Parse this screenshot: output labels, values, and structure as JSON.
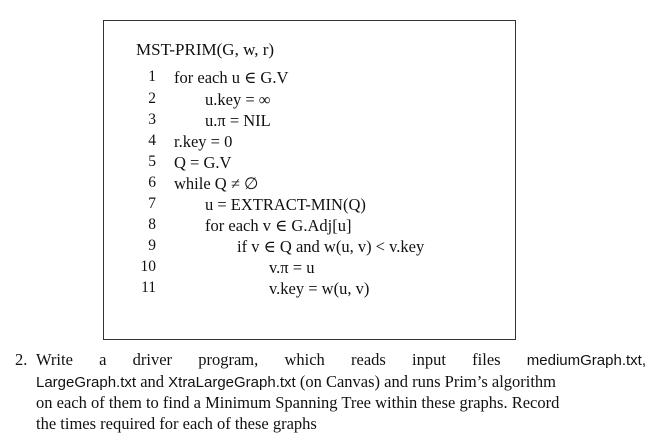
{
  "algorithm": {
    "title": "MST-PRIM(G, w, r)",
    "lines": [
      {
        "num": "1",
        "code": "for each u ∈ G.V"
      },
      {
        "num": "2",
        "code": "u.key = ∞"
      },
      {
        "num": "3",
        "code": "u.π = NIL"
      },
      {
        "num": "4",
        "code": "r.key = 0"
      },
      {
        "num": "5",
        "code": "Q = G.V"
      },
      {
        "num": "6",
        "code": "while Q ≠ ∅"
      },
      {
        "num": "7",
        "code": "u = EXTRACT-MIN(Q)"
      },
      {
        "num": "8",
        "code": "for each v ∈ G.Adj[u]"
      },
      {
        "num": "9",
        "code": "if v ∈ Q and w(u, v) < v.key"
      },
      {
        "num": "10",
        "code": "v.π = u"
      },
      {
        "num": "11",
        "code": "v.key = w(u, v)"
      }
    ]
  },
  "question": {
    "number": "2.",
    "rows": [
      {
        "pre": "Write a driver program, which reads input files ",
        "file1": "mediumGraph.txt,"
      },
      {
        "file2": "LargeGraph.txt",
        "mid": " and ",
        "file3": "XtraLargeGraph.txt",
        "post": " (on Canvas) and runs Prim’s algorithm"
      },
      {
        "text": "on each of them to find a Minimum Spanning Tree within these graphs. Record"
      },
      {
        "text": "the times required for each of these graphs"
      }
    ]
  }
}
